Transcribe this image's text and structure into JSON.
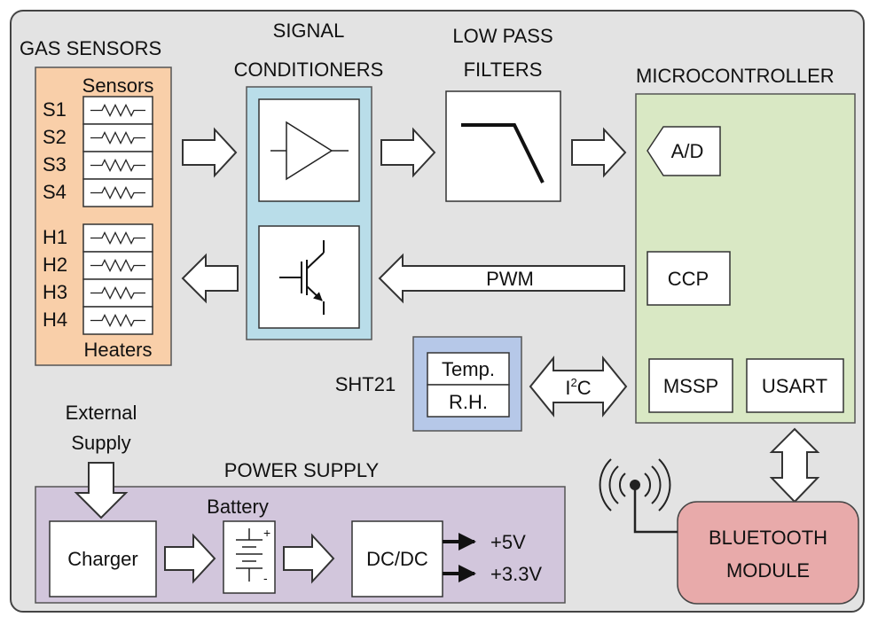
{
  "colors": {
    "canvas": "#e3e3e3",
    "gas_sensors": "#f9cfa9",
    "signal_conditioners": "#b9dde9",
    "microcontroller": "#d9e8c4",
    "sht21": "#b6c8e8",
    "power_supply": "#d2c6dc",
    "bluetooth": "#e8aaaa",
    "white": "#ffffff",
    "stroke": "#222222"
  },
  "gas_sensors": {
    "title": "GAS SENSORS",
    "sensors_caption": "Sensors",
    "heaters_caption": "Heaters",
    "sensor_labels": [
      "S1",
      "S2",
      "S3",
      "S4"
    ],
    "heater_labels": [
      "H1",
      "H2",
      "H3",
      "H4"
    ],
    "resistor_glyph": "-\\/\\/\\/-"
  },
  "signal_conditioners": {
    "title_line1": "SIGNAL",
    "title_line2": "CONDITIONERS"
  },
  "low_pass_filters": {
    "title_line1": "LOW PASS",
    "title_line2": "FILTERS"
  },
  "microcontroller": {
    "title": "MICROCONTROLLER",
    "ad": "A/D",
    "ccp": "CCP",
    "mssp": "MSSP",
    "usart": "USART"
  },
  "pwm_label": "PWM",
  "sht21": {
    "title": "SHT21",
    "temp": "Temp.",
    "rh": "R.H."
  },
  "i2c": {
    "base": "I",
    "sup": "2",
    "tail": "C"
  },
  "power_supply": {
    "title": "POWER SUPPLY",
    "external_line1": "External",
    "external_line2": "Supply",
    "charger": "Charger",
    "battery": "Battery",
    "battery_plus": "+",
    "battery_minus": "-",
    "dcdc": "DC/DC",
    "out_5v": "+5V",
    "out_33v": "+3.3V"
  },
  "bluetooth": {
    "line1": "BLUETOOTH",
    "line2": "MODULE"
  }
}
